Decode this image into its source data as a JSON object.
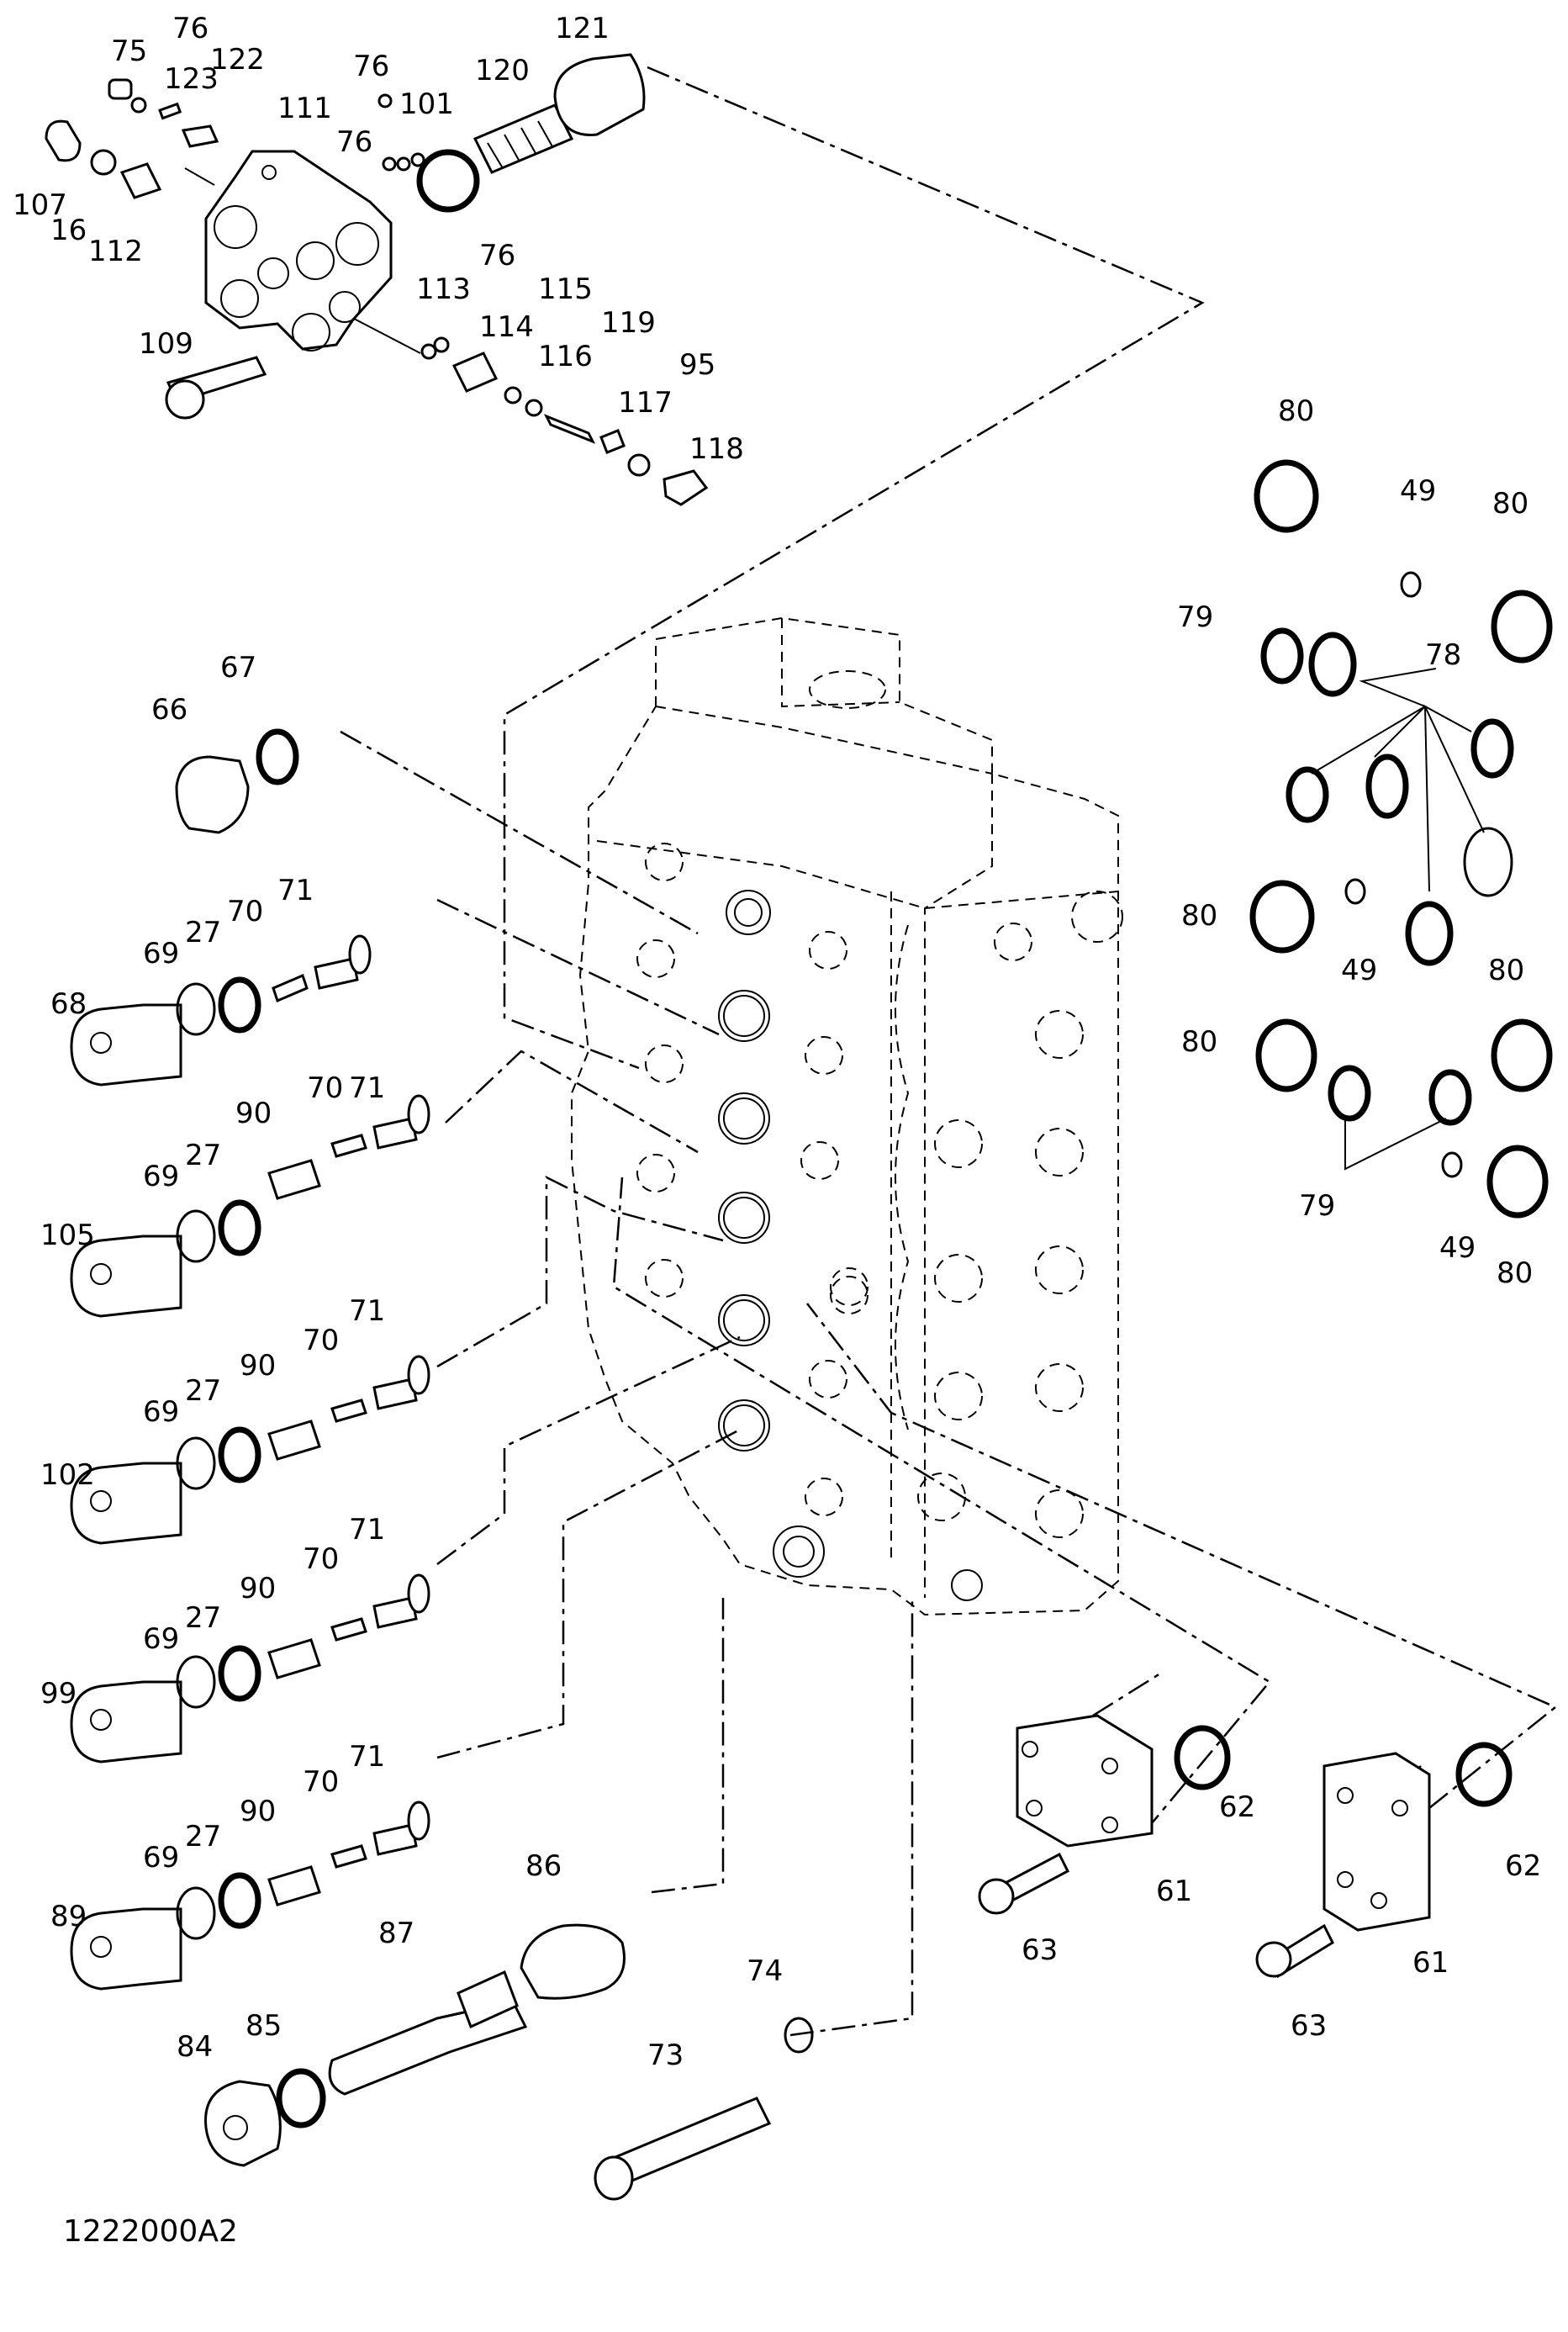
{
  "drawing_code": "1222000A2",
  "callouts": [
    "75",
    "76",
    "123",
    "122",
    "111",
    "107",
    "16",
    "112",
    "109",
    "76",
    "101",
    "76",
    "120",
    "121",
    "113",
    "76",
    "114",
    "115",
    "116",
    "119",
    "117",
    "95",
    "118",
    "80",
    "49",
    "80",
    "79",
    "78",
    "80",
    "49",
    "80",
    "80",
    "79",
    "49",
    "80",
    "66",
    "67",
    "71",
    "70",
    "27",
    "69",
    "68",
    "90",
    "70",
    "71",
    "27",
    "69",
    "105",
    "71",
    "70",
    "90",
    "27",
    "69",
    "102",
    "71",
    "70",
    "90",
    "27",
    "69",
    "99",
    "71",
    "70",
    "90",
    "27",
    "69",
    "89",
    "86",
    "87",
    "85",
    "84",
    "62",
    "61",
    "63",
    "62",
    "61",
    "63",
    "74",
    "73"
  ]
}
